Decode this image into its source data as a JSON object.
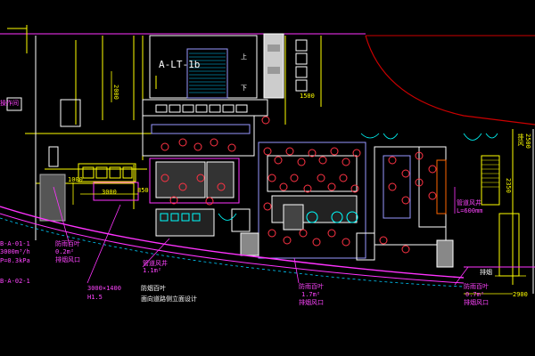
{
  "drawing": {
    "colors": {
      "background": "#000000",
      "wall": "#ff33ff",
      "grid": "#ffff00",
      "equipment": "#ff3344",
      "fixture": "#00ffff",
      "window": "#9999ff",
      "room": "#ffffff",
      "boundary": "#cc0000"
    },
    "labels": {
      "stair_id": "A-LT-1b",
      "up_mark": "上",
      "down_mark": "下",
      "dim_2000_vertical": "2000",
      "dim_1500": "1500",
      "dim_1000": "1000",
      "dim_850": "850",
      "dim_3000": "3000",
      "dim_2500": "2500",
      "dim_2350": "2350",
      "dim_2900": "2900",
      "left_room_label": "操作间",
      "left_tag_1": "B-A-01-1",
      "left_tag_1_value": "3000m³/h",
      "left_tag_1_pressure": "P=0.3kPa",
      "left_tag_2": "B-A-02-1",
      "vent_note_1": "防雨百叶",
      "vent_note_1_size": "0.2m²",
      "vent_note_1_extra": "排烟风口",
      "duct_size": "3000×1400",
      "duct_height": "H1.5",
      "center_note_1": "防烟百叶",
      "center_note_2": "面向道路侧立面设计",
      "center_tag": "管道风井",
      "center_tag_value": "1.1m²",
      "bottom_note_1": "防雨百叶",
      "bottom_note_1_value": "1.7m²",
      "bottom_note_2": "排烟风口",
      "right_note_1": "管道风井",
      "right_note_1_value": "L=600mm",
      "right_note_2": "防雨百叶",
      "right_note_2_value": "0.7m²",
      "right_note_3": "排烟风口",
      "right_duct": "排烟",
      "right_sign": "排风"
    }
  }
}
